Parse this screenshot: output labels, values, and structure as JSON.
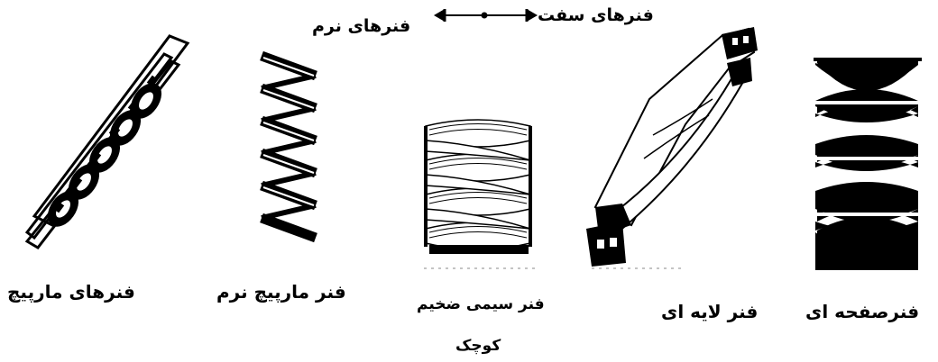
{
  "header": {
    "stiff_label": "فنرهای سفت",
    "soft_label": "فنرهای نرم"
  },
  "springs": [
    {
      "label": "فنرهای مارپیچ"
    },
    {
      "label": "فنر مارپیچ نرم"
    },
    {
      "label_line1": "فنر سیمی ضخیم",
      "label_line2": "کوچک"
    },
    {
      "label": "فنر لایه ای"
    },
    {
      "label": "فنرصفحه ای"
    }
  ]
}
